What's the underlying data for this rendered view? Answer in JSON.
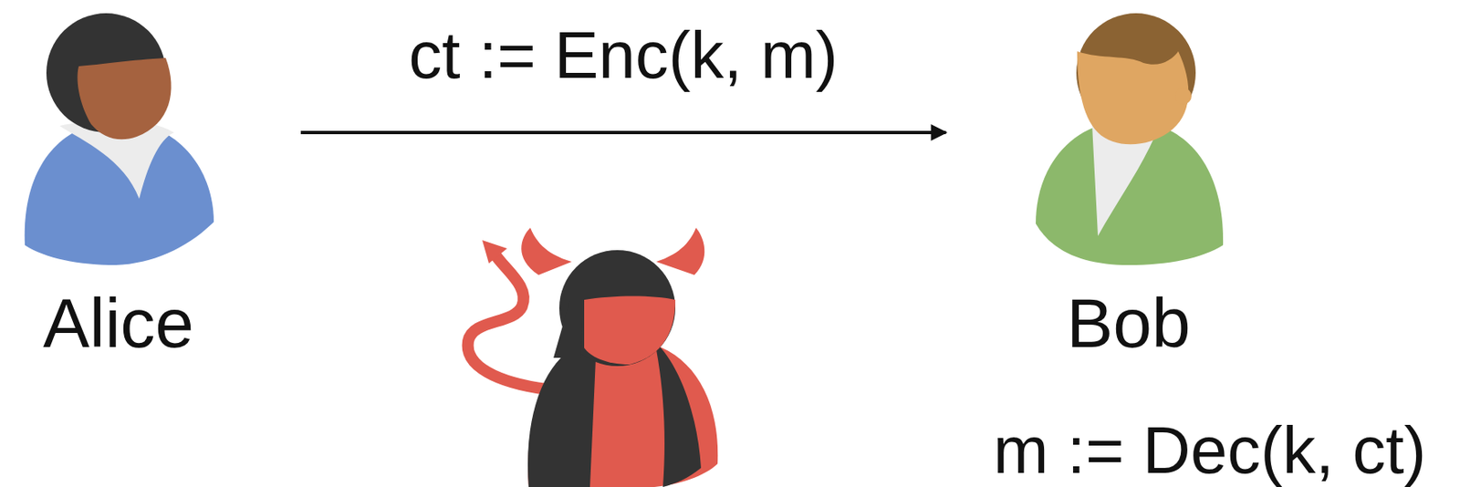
{
  "diagram": {
    "nodes": [
      {
        "text": [
          "Alice"
        ]
      },
      {
        "text": [
          "Bob"
        ]
      }
    ],
    "edges": [
      {
        "from": 0,
        "to": 1,
        "arrow": "to",
        "label": "ct := Enc(k, m)"
      }
    ],
    "labels": [
      "m := Dec(k, ct)"
    ]
  }
}
